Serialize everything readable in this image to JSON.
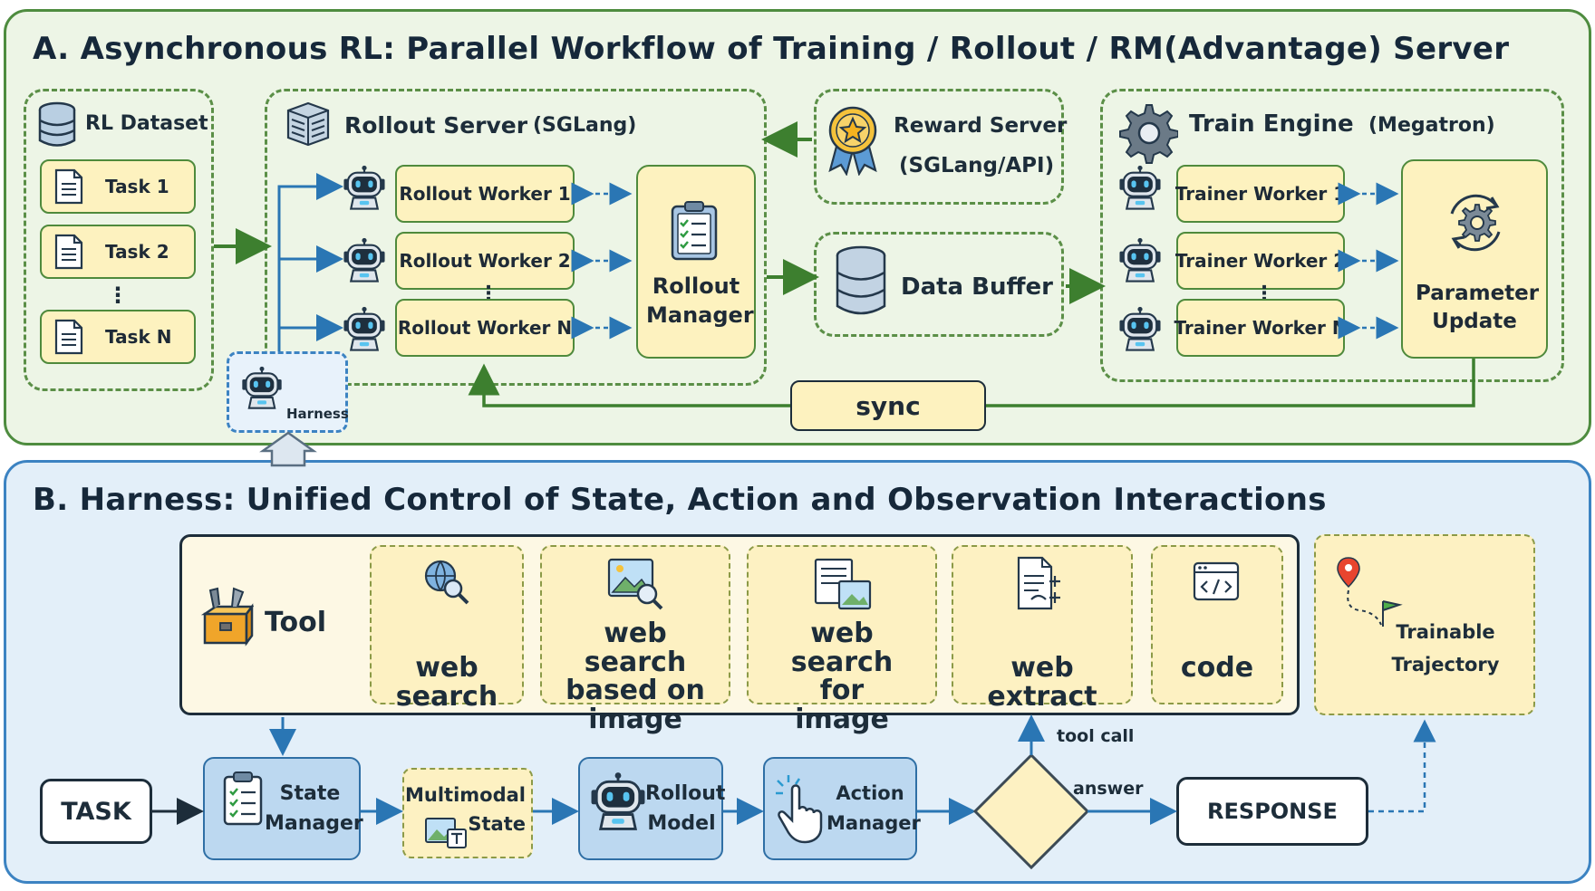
{
  "panelA": {
    "title": "A. Asynchronous RL: Parallel Workflow of Training / Rollout / RM(Advantage) Server",
    "rl_dataset": {
      "label": "RL Dataset",
      "tasks": [
        "Task 1",
        "Task 2",
        "Task N"
      ],
      "ellipsis": "⋮"
    },
    "rollout_server": {
      "label": "Rollout Server",
      "engine": "(SGLang)",
      "workers": [
        "Rollout Worker 1",
        "Rollout Worker 2",
        "Rollout Worker N"
      ],
      "ellipsis": "⋮",
      "manager": "Rollout Manager"
    },
    "reward_server": {
      "label": "Reward Server",
      "sub": "(SGLang/API)"
    },
    "data_buffer": "Data Buffer",
    "train_engine": {
      "label": "Train Engine",
      "engine": "(Megatron)",
      "workers": [
        "Trainer Worker 1",
        "Trainer Worker 2",
        "Trainer Worker N"
      ],
      "ellipsis": "⋮",
      "update": "Parameter Update"
    },
    "harness": "Harness",
    "sync": "sync"
  },
  "panelB": {
    "title": "B. Harness: Unified Control of State, Action and Observation Interactions",
    "tool_label": "Tool",
    "tools": [
      "web search",
      "web search based on image",
      "web search for image",
      "web extract",
      "code"
    ],
    "trajectory": "Trainable Trajectory",
    "task": "TASK",
    "state_manager": "State Manager",
    "multimodal_state": "Multimodal State",
    "rollout_model": "Rollout Model",
    "action_manager": "Action Manager",
    "tool_call": "tool call",
    "answer": "answer",
    "response": "RESPONSE"
  },
  "colors": {
    "panelA_bg": "#edf5e6",
    "panelA_border": "#4e8c3f",
    "panelB_bg": "#e3eff9",
    "panelB_border": "#3c83c2",
    "yellow": "#fdf2bf",
    "blue_arrow": "#2a76b4",
    "green_arrow": "#3d7f2f"
  }
}
